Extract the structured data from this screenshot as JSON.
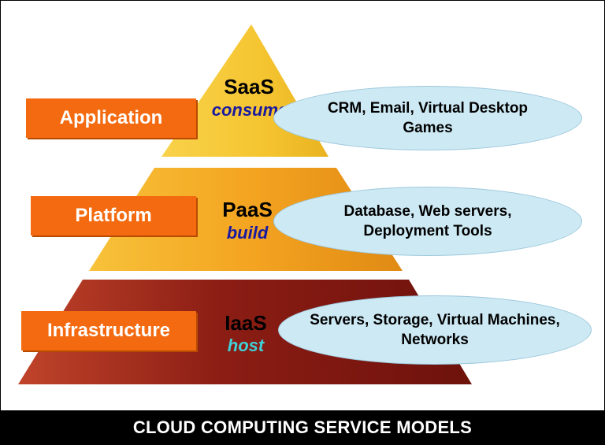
{
  "layers": [
    {
      "id": "saas",
      "category": "Application",
      "code": "SaaS",
      "verb": "consume",
      "verb_color": "#1a1aa0",
      "examples_line1": "CRM, Email, Virtual Desktop",
      "examples_line2": "Games",
      "fill_color": "#f5c531"
    },
    {
      "id": "paas",
      "category": "Platform",
      "code": "PaaS",
      "verb": "build",
      "verb_color": "#1a1aa0",
      "examples_line1": "Database, Web servers,",
      "examples_line2": "Deployment Tools",
      "fill_color": "#f4a521"
    },
    {
      "id": "iaas",
      "category": "Infrastructure",
      "code": "IaaS",
      "verb": "host",
      "verb_color": "#3fd0d8",
      "examples_line1": "Servers, Storage, Virtual Machines,",
      "examples_line2": "Networks",
      "fill_color": "#8b1d14"
    }
  ],
  "footer": {
    "title": "CLOUD COMPUTING SERVICE MODELS"
  },
  "colors": {
    "label_box": "#f46a10",
    "ellipse": "#cde9f4",
    "footer_bg": "#000000"
  }
}
